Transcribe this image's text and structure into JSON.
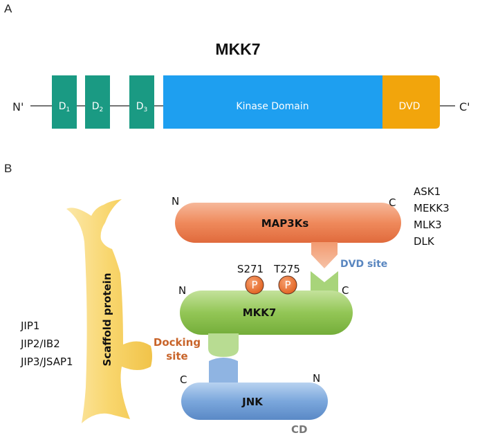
{
  "panel_a": {
    "letter": "A",
    "title": "MKK7",
    "n_terminus": "N'",
    "c_terminus": "C'",
    "d1_main": "D",
    "d1_sub": "1",
    "d2_main": "D",
    "d2_sub": "2",
    "d3_main": "D",
    "d3_sub": "3",
    "kinase_domain": "Kinase Domain",
    "dvd": "DVD",
    "colors": {
      "d_domains": "#1a9a83",
      "kinase": "#1e9ff0",
      "dvd": "#f2a50c"
    }
  },
  "panel_b": {
    "letter": "B",
    "map3k": {
      "label": "MAP3Ks",
      "n": "N",
      "c": "C"
    },
    "map3k_members": [
      "ASK1",
      "MEKK3",
      "MLK3",
      "DLK"
    ],
    "dvd_site": "DVD site",
    "phospho": {
      "site1": "S271",
      "site2": "T275",
      "p": "P"
    },
    "mkk7": {
      "label": "MKK7",
      "n": "N",
      "c": "C"
    },
    "docking_site_line1": "Docking",
    "docking_site_line2": "site",
    "jnk": {
      "label": "JNK",
      "n": "N",
      "c": "C",
      "cd": "CD"
    },
    "scaffold": "Scaffold protein",
    "scaffold_members": [
      "JIP1",
      "JIP2/IB2",
      "JIP3/JSAP1"
    ],
    "colors": {
      "map3k": "#ef8a5c",
      "mkk7": "#8cc44a",
      "jnk": "#6f9fd6",
      "scaffold": "#f7d46a",
      "phospho": "#e86f2c"
    }
  }
}
